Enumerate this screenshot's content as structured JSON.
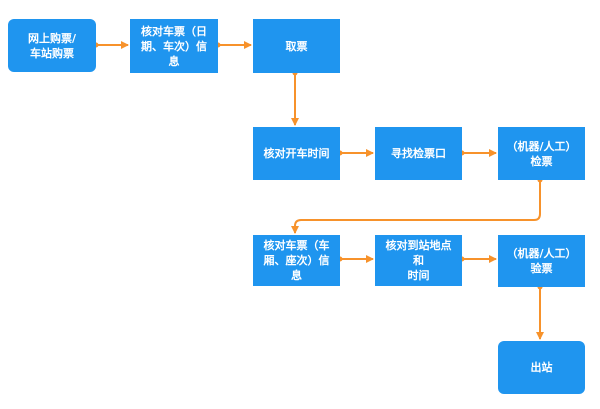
{
  "colors": {
    "node_fill": "#1f95ef",
    "node_text": "#ffffff",
    "connector": "#f7922b"
  },
  "nodes": {
    "purchase": "网上购票/\n车站购票",
    "verify_ticket_date": "核对车票（日\n期、车次）信息",
    "collect_ticket": "取票",
    "verify_departure": "核对开车时间",
    "find_gate": "寻找检票口",
    "check_ticket": "（机器/人工）\n检票",
    "verify_car_seat": "核对车票（车\n厢、座次）信息",
    "verify_destination": "核对到站地点和\n时间",
    "inspect_ticket": "（机器/人工）\n验票",
    "exit": "出站"
  }
}
